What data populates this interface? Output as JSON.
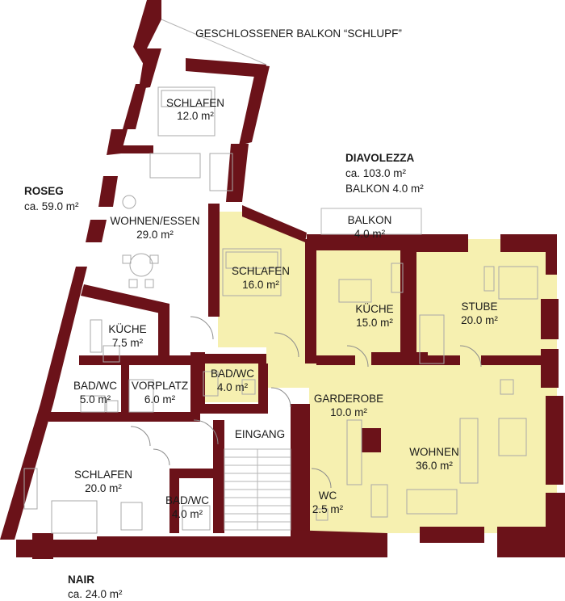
{
  "plan": {
    "balcony_title": "GESCHLOSSENER BALKON “SCHLUPF”",
    "apartments": {
      "roseg": {
        "name": "ROSEG",
        "area": "ca. 59.0 m²"
      },
      "diavolezza": {
        "name": "DIAVOLEZZA",
        "area": "ca. 103.0 m²",
        "balcony": "BALKON 4.0 m²"
      },
      "nair": {
        "name": "NAIR",
        "area": "ca. 24.0 m²"
      }
    },
    "rooms": {
      "schlafen_top": {
        "name": "SCHLAFEN",
        "area": "12.0 m²"
      },
      "wohnen_essen": {
        "name": "WOHNEN/ESSEN",
        "area": "29.0 m²"
      },
      "schlafen_mid": {
        "name": "SCHLAFEN",
        "area": "16.0 m²"
      },
      "balkon": {
        "name": "BALKON",
        "area": "4.0 m²"
      },
      "kueche_right": {
        "name": "KÜCHE",
        "area": "15.0 m²"
      },
      "stube": {
        "name": "STUBE",
        "area": "20.0 m²"
      },
      "kueche_left": {
        "name": "KÜCHE",
        "area": "7.5 m²"
      },
      "bad_wc_left": {
        "name": "BAD/WC",
        "area": "5.0 m²"
      },
      "vorplatz": {
        "name": "VORPLATZ",
        "area": "6.0 m²"
      },
      "bad_wc_mid": {
        "name": "BAD/WC",
        "area": "4.0 m²"
      },
      "garderobe": {
        "name": "GARDEROBE",
        "area": "10.0 m²"
      },
      "eingang": {
        "name": "EINGANG"
      },
      "wohnen": {
        "name": "WOHNEN",
        "area": "36.0 m²"
      },
      "schlafen_bottom": {
        "name": "SCHLAFEN",
        "area": "20.0 m²"
      },
      "bad_wc_bottom": {
        "name": "BAD/WC",
        "area": "4.0 m²"
      },
      "wc": {
        "name": "WC",
        "area": "2.5 m²"
      }
    }
  },
  "colors": {
    "wall": "#6b1219",
    "highlight": "#f6f0b0",
    "furniture": "#a9a9a9"
  }
}
